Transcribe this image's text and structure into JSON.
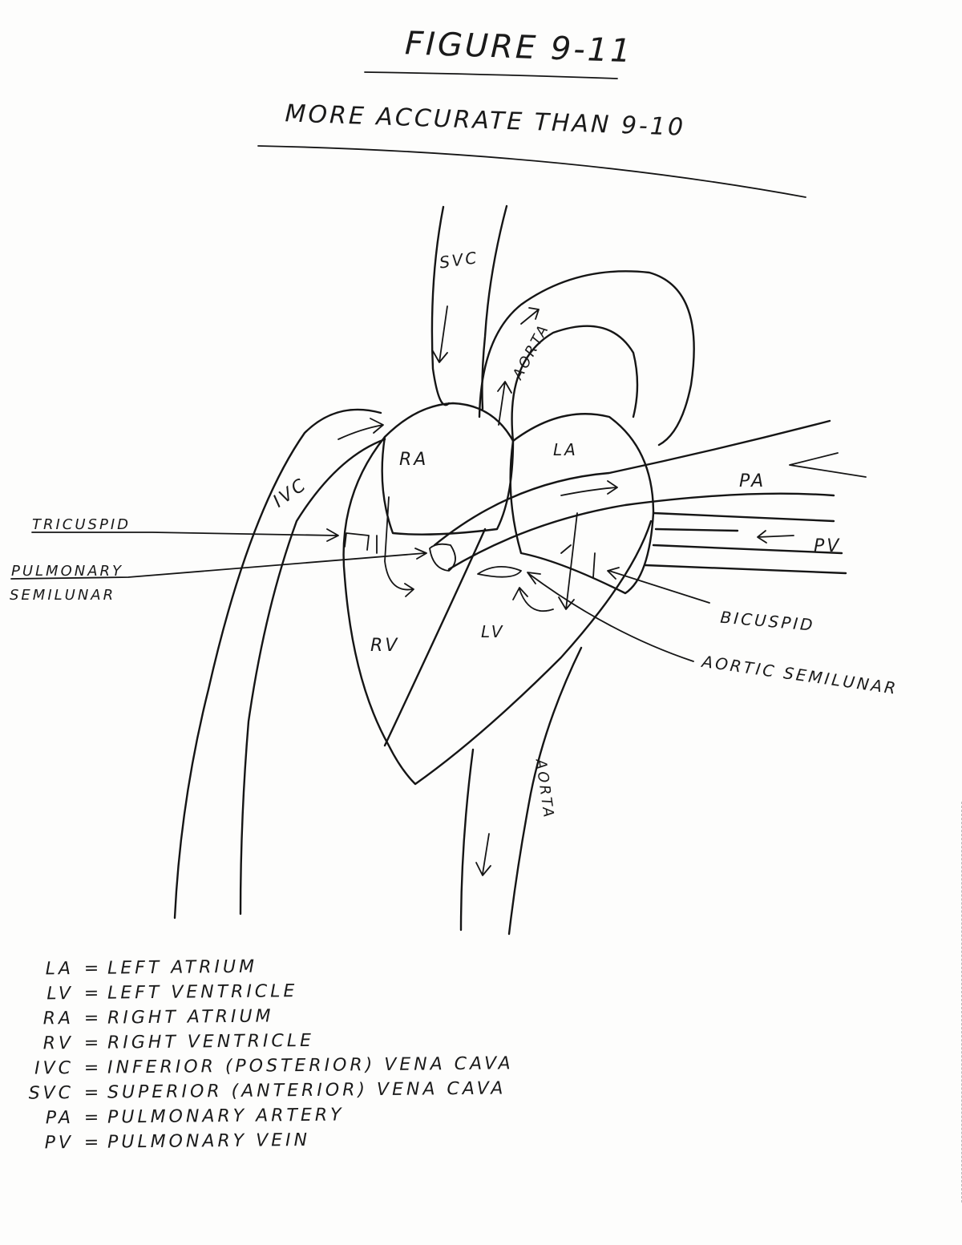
{
  "title": "FIGURE 9-11",
  "subtitle": "MORE ACCURATE THAN 9-10",
  "labels": {
    "svc": "SVC",
    "aorta_top": "AORTA",
    "ra": "RA",
    "la": "LA",
    "ivc": "IVC",
    "pa": "PA",
    "pv": "PV",
    "rv": "RV",
    "lv": "LV",
    "aorta_descending": "AORTA",
    "tricuspid": "TRICUSPID",
    "pulmonary_semilunar_1": "PULMONARY",
    "pulmonary_semilunar_2": "SEMILUNAR",
    "bicuspid": "BICUSPID",
    "aortic_semilunar": "AORTIC SEMILUNAR"
  },
  "legend": [
    {
      "abbr": "LA",
      "eq": "=",
      "def": "LEFT ATRIUM"
    },
    {
      "abbr": "LV",
      "eq": "=",
      "def": "LEFT VENTRICLE"
    },
    {
      "abbr": "RA",
      "eq": "=",
      "def": "RIGHT ATRIUM"
    },
    {
      "abbr": "RV",
      "eq": "=",
      "def": "RIGHT VENTRICLE"
    },
    {
      "abbr": "IVC",
      "eq": "=",
      "def": "INFERIOR (POSTERIOR) VENA CAVA"
    },
    {
      "abbr": "SVC",
      "eq": "=",
      "def": "SUPERIOR (ANTERIOR) VENA CAVA"
    },
    {
      "abbr": "PA",
      "eq": "=",
      "def": "PULMONARY ARTERY"
    },
    {
      "abbr": "PV",
      "eq": "=",
      "def": "PULMONARY VEIN"
    }
  ]
}
